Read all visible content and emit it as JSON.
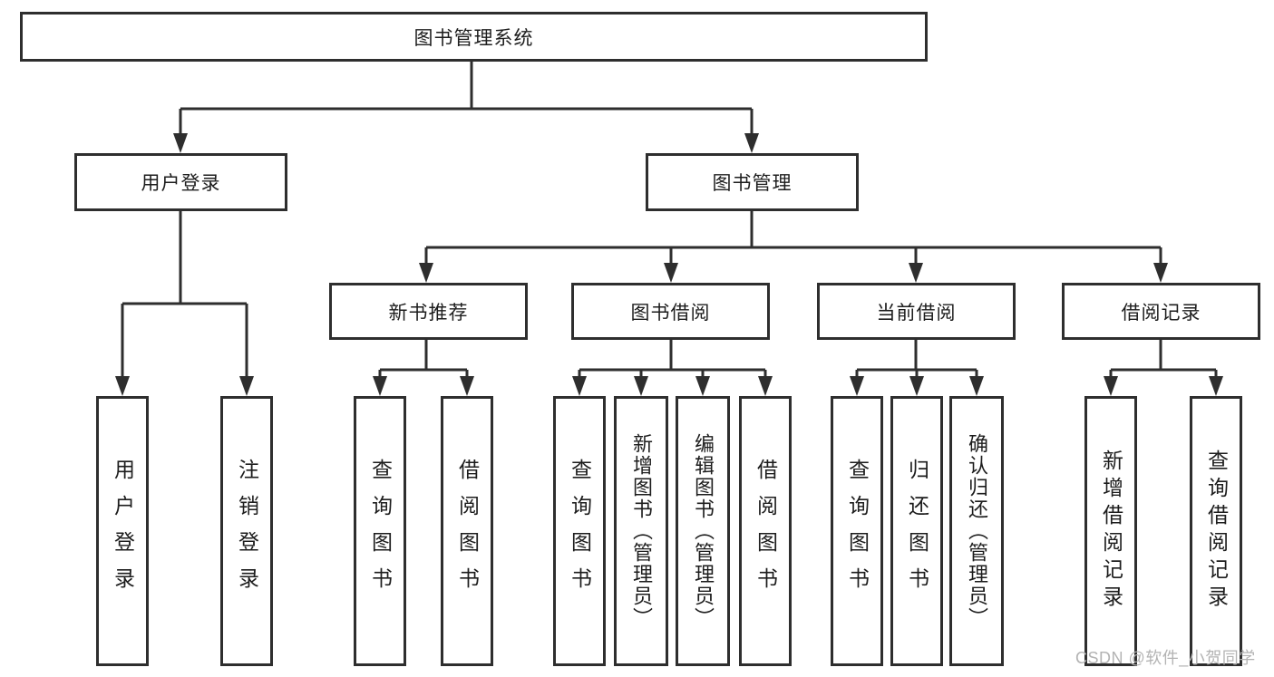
{
  "diagram": {
    "title": "图书管理系统",
    "level2": {
      "user_login": "用户登录",
      "book_management": "图书管理"
    },
    "level3": {
      "new_book_recommend": "新书推荐",
      "book_borrowing": "图书借阅",
      "current_borrowing": "当前借阅",
      "borrowing_records": "借阅记录"
    },
    "leaves": {
      "login": "用户登录",
      "logout": "注销登录",
      "recommend_query_books": "查询图书",
      "recommend_borrow_books": "借阅图书",
      "borrowing_query_books": "查询图书",
      "borrowing_add_books_admin": "新增图书（管理员）",
      "borrowing_edit_books_admin": "编辑图书（管理员）",
      "borrowing_borrow_books": "借阅图书",
      "current_query_books": "查询图书",
      "current_return_books": "归还图书",
      "current_confirm_return_admin": "确认归还（管理员）",
      "records_add_record": "新增借阅记录",
      "records_query_record": "查询借阅记录"
    }
  },
  "watermark": {
    "text": "CSDN @软件_小贺同学"
  },
  "colors": {
    "line": "#2e2e2e",
    "border": "#2e2e2e",
    "box_bg": "#ffffff",
    "background": "#ffffff",
    "text": "#1d1d1d",
    "watermark": "#b3b3b3"
  }
}
